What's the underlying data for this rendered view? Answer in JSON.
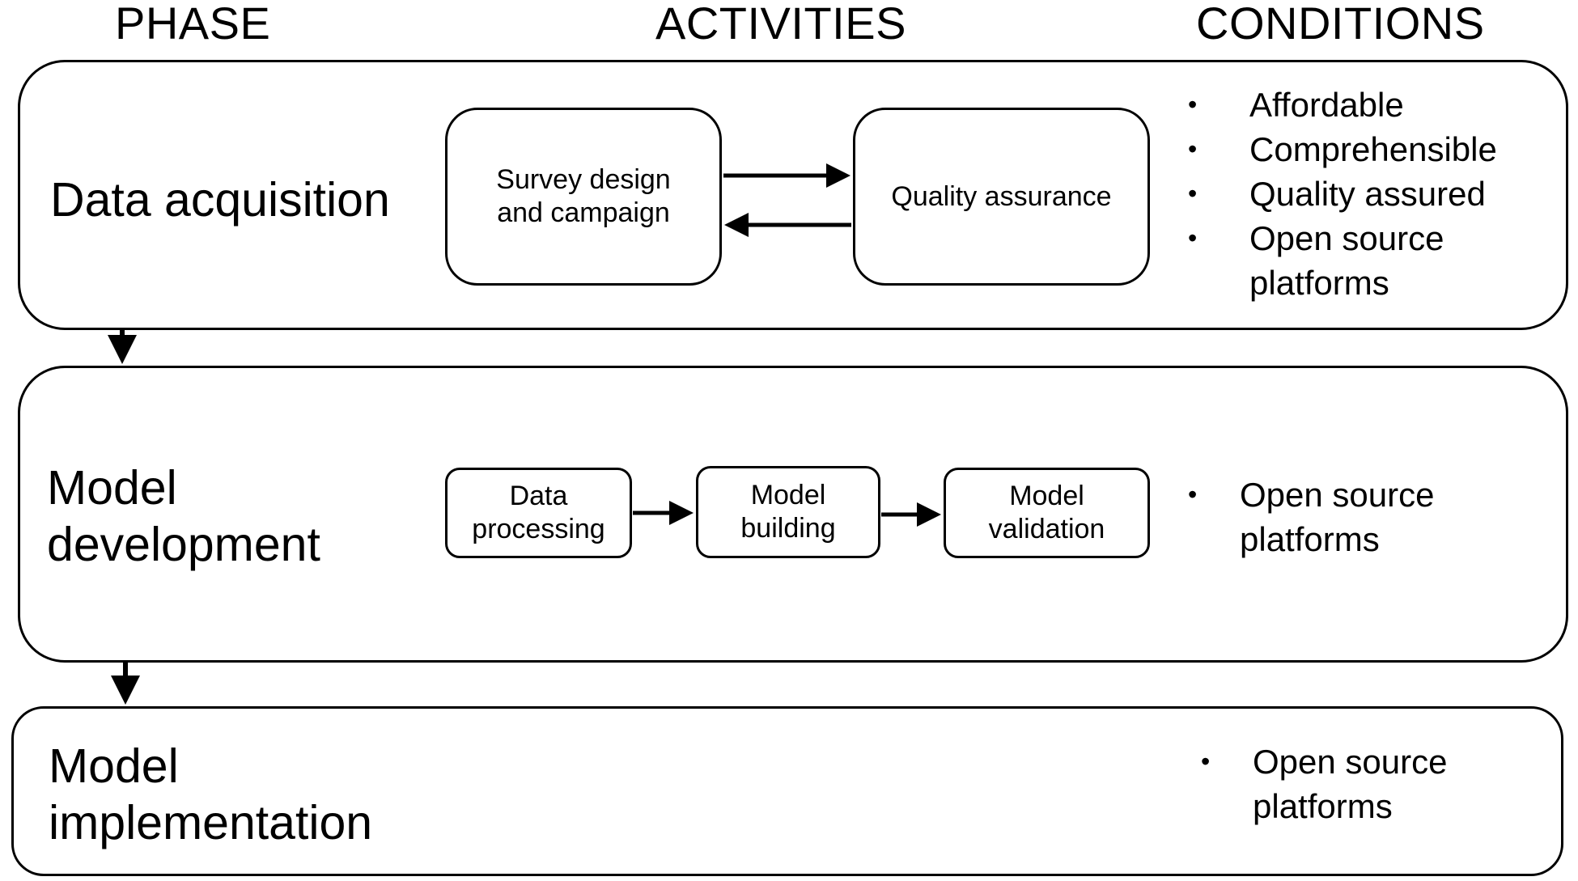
{
  "headers": {
    "phase": "PHASE",
    "activities": "ACTIVITIES",
    "conditions": "CONDITIONS"
  },
  "phases": [
    {
      "name": "Data acquisition",
      "activities": [
        "Survey design\nand campaign",
        "Quality assurance"
      ],
      "conditions": [
        "Affordable",
        "Comprehensible",
        "Quality assured",
        "Open source\nplatforms"
      ]
    },
    {
      "name": "Model\ndevelopment",
      "activities": [
        "Data\nprocessing",
        "Model\nbuilding",
        "Model\nvalidation"
      ],
      "conditions": [
        "Open source\nplatforms"
      ]
    },
    {
      "name": "Model\nimplementation",
      "activities": [],
      "conditions": [
        "Open source\nplatforms"
      ]
    }
  ],
  "connections": [
    {
      "from": "Survey design\nand campaign",
      "to": "Quality assurance"
    },
    {
      "from": "Quality assurance",
      "to": "Survey design\nand campaign"
    },
    {
      "from": "Data\nprocessing",
      "to": "Model\nbuilding"
    },
    {
      "from": "Model\nbuilding",
      "to": "Model\nvalidation"
    },
    {
      "from": "Data acquisition",
      "to": "Model\ndevelopment"
    },
    {
      "from": "Model\ndevelopment",
      "to": "Model\nimplementation"
    }
  ]
}
